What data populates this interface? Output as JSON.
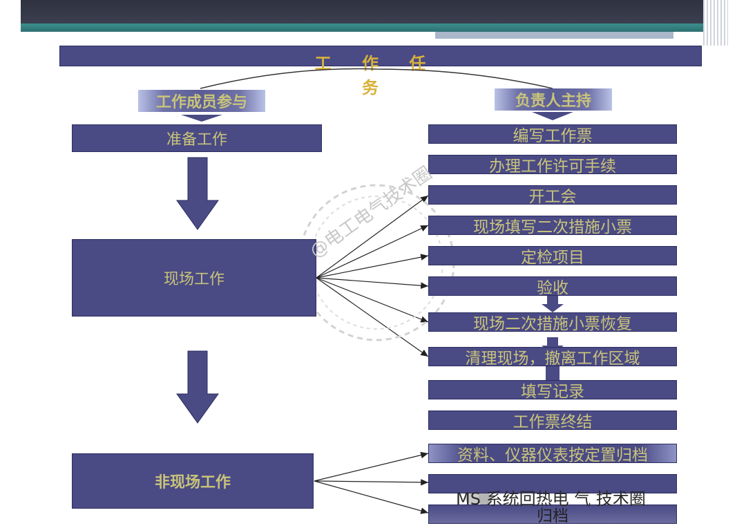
{
  "header": {
    "title": "工 作 任 务"
  },
  "left_tag": "工作成员参与",
  "right_tag": "负责人主持",
  "left_boxes": {
    "prep": "准备工作",
    "onsite": "现场工作",
    "offsite": "非现场工作"
  },
  "right_boxes": [
    "编写工作票",
    "办理工作许可手续",
    "开工会",
    "现场填写二次措施小票",
    "定检项目",
    "验收",
    "现场二次措施小票恢复",
    "清理现场，撤离工作区域",
    "填写记录",
    "工作票终结",
    "资料、仪器仪表按定置归档",
    "",
    "归档"
  ],
  "watermark": {
    "text": "MS 系统回热电 气 技术圈",
    "stamp": "@电工电气技术圈"
  },
  "colors": {
    "box_fill": "#4a4a85",
    "text": "#c9c47a",
    "title_text": "#d8b23a"
  }
}
